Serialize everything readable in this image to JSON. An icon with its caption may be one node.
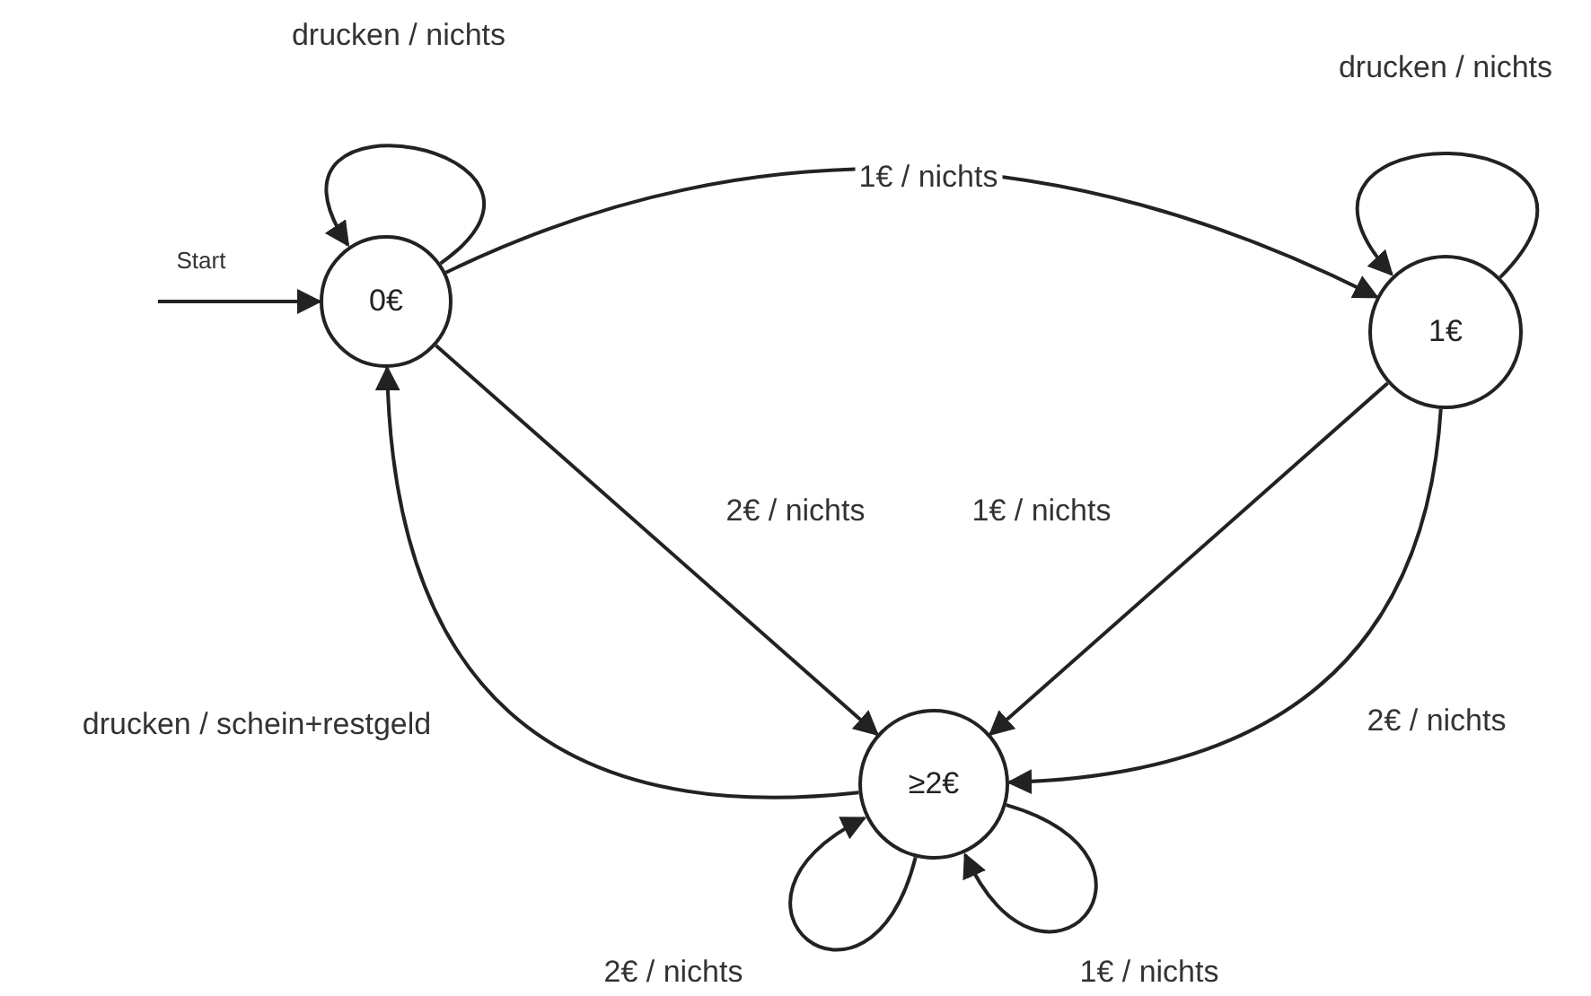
{
  "diagram": {
    "nodes": [
      {
        "text": [
          "0€"
        ]
      },
      {
        "text": [
          "1€"
        ]
      },
      {
        "text": [
          "≥2€"
        ]
      }
    ],
    "edges": [
      {
        "from": null,
        "to": 0,
        "arrow": "to",
        "label": "Start"
      },
      {
        "from": 0,
        "to": 0,
        "arrow": "to",
        "label": "drucken / nichts"
      },
      {
        "from": 0,
        "to": 1,
        "arrow": "to",
        "label": "1€ / nichts"
      },
      {
        "from": 1,
        "to": 1,
        "arrow": "to",
        "label": "drucken / nichts"
      },
      {
        "from": 0,
        "to": 2,
        "arrow": "to",
        "label": "2€ / nichts"
      },
      {
        "from": 1,
        "to": 2,
        "arrow": "to",
        "label": "1€ / nichts"
      },
      {
        "from": 1,
        "to": 2,
        "arrow": "to",
        "label": "2€ / nichts"
      },
      {
        "from": 2,
        "to": 0,
        "arrow": "to",
        "label": "drucken / schein+restgeld"
      },
      {
        "from": 2,
        "to": 2,
        "arrow": "to",
        "label": "2€ / nichts"
      },
      {
        "from": 2,
        "to": 2,
        "arrow": "to",
        "label": "1€ / nichts"
      }
    ]
  }
}
